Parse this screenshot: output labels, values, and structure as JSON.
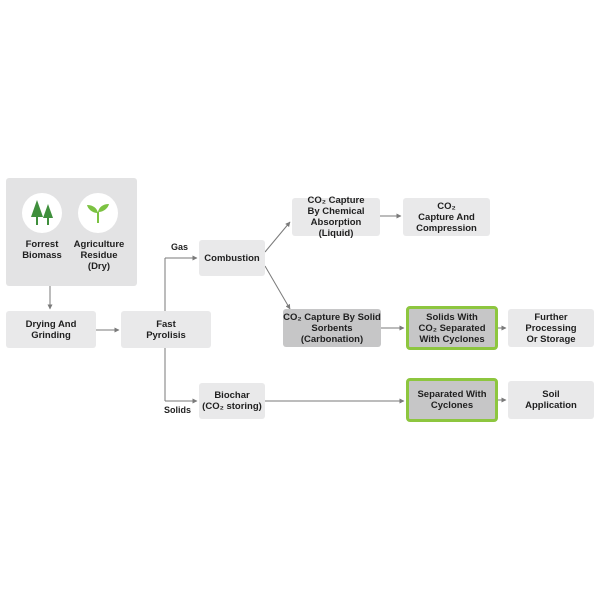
{
  "colors": {
    "box_fill": "#e9e9ea",
    "box_dark_fill": "#c6c6c7",
    "highlight_border": "#8dc63f",
    "connector": "#7a7a7a",
    "tree_green": "#3f8f3c",
    "sprout_green": "#7cc242"
  },
  "feedstock": {
    "forrest_label_1": "Forrest",
    "forrest_label_2": "Biomass",
    "agri_label_1": "Agriculture",
    "agri_label_2": "Residue",
    "agri_label_3": "(Dry)",
    "forrest_icon": "trees-icon",
    "agri_icon": "sprout-icon"
  },
  "nodes": {
    "drying": {
      "line1": "Drying And",
      "line2": "Grinding"
    },
    "pyrolysis": {
      "line1": "Fast",
      "line2": "Pyrolisis"
    },
    "combustion": {
      "line1": "Combustion"
    },
    "biochar": {
      "line1": "Biochar",
      "line2": "(CO₂ storing)"
    },
    "chem_capture": {
      "line1": "CO₂ Capture",
      "line2": "By Chemical",
      "line3": "Absorption (Liquid)"
    },
    "compression": {
      "line1": "CO₂",
      "line2": "Capture And",
      "line3": "Compression"
    },
    "solid_capture": {
      "line1": "CO₂ Capture By Solid",
      "line2": "Sorbents",
      "line3": "(Carbonation)"
    },
    "solids_separated": {
      "line1": "Solids With",
      "line2": "CO₂ Separated",
      "line3": "With Cyclones"
    },
    "further": {
      "line1": "Further",
      "line2": "Processing",
      "line3": "Or Storage"
    },
    "separated_cyclones": {
      "line1": "Separated With",
      "line2": "Cyclones"
    },
    "soil": {
      "line1": "Soil",
      "line2": "Application"
    }
  },
  "edge_labels": {
    "gas": "Gas",
    "solids": "Solids"
  }
}
